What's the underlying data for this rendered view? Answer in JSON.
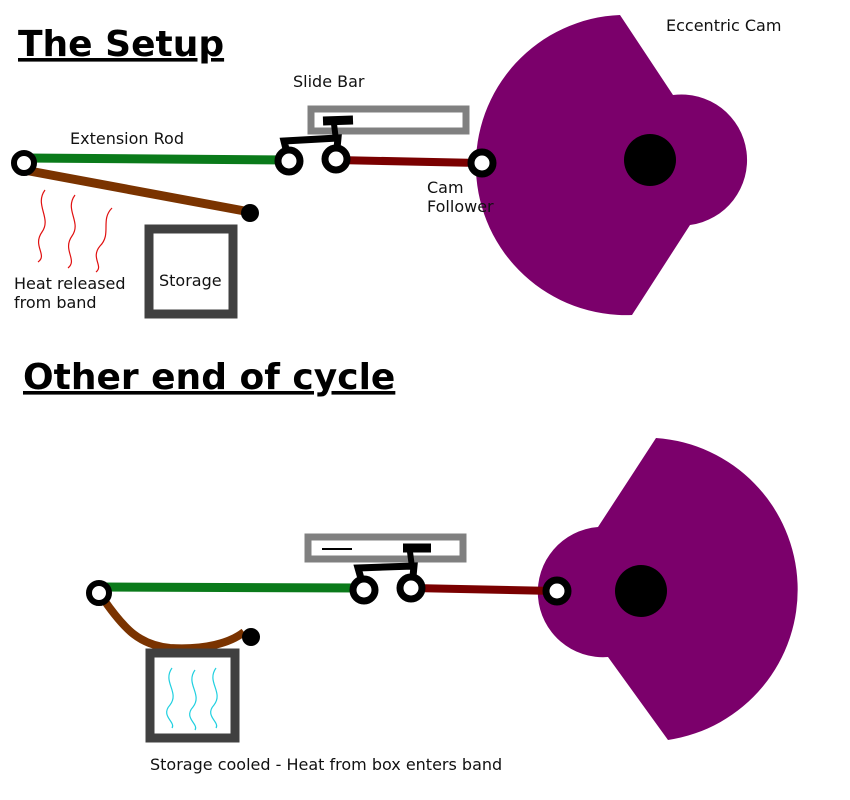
{
  "panel1": {
    "title": "The Setup",
    "labels": {
      "slide_bar": "Slide Bar",
      "eccentric_cam": "Eccentric Cam",
      "extension_rod": "Extension Rod",
      "cam_follower_line1": "Cam",
      "cam_follower_line2": "Follower",
      "storage": "Storage",
      "heat_line1": "Heat released",
      "heat_line2": "from band"
    }
  },
  "panel2": {
    "title": "Other end of cycle",
    "caption": "Storage cooled - Heat from box enters band"
  },
  "colors": {
    "extension_rod": "#0a7a1a",
    "band": "#7a3300",
    "cam_follower": "#7a0000",
    "cam": "#7b006b",
    "slide_bar": "#808080",
    "storage_box": "#404040",
    "heat_released": "#e01010",
    "heat_absorbed": "#20d0e0"
  }
}
